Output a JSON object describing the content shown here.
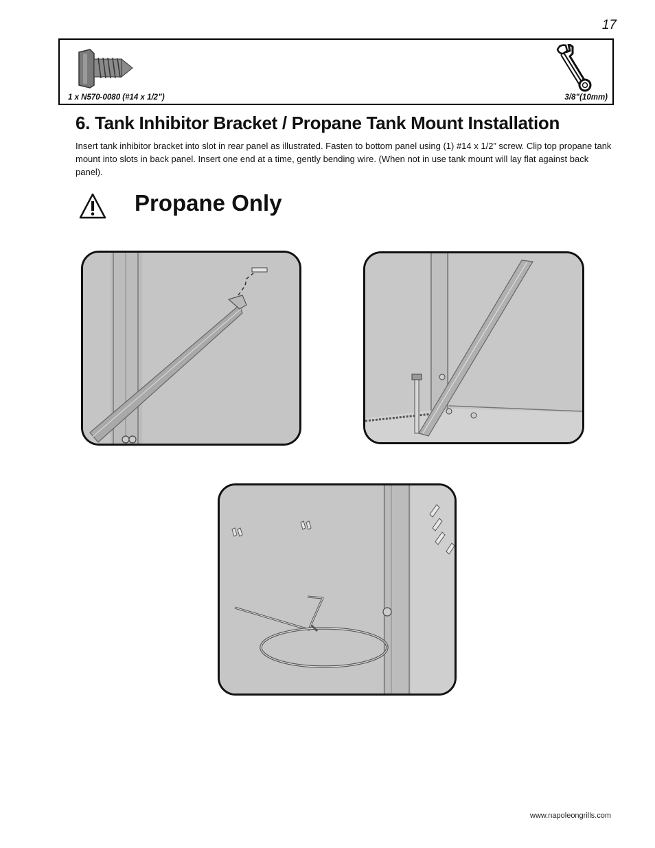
{
  "page": {
    "number": "17",
    "footer_url": "www.napoleongrills.com"
  },
  "parts_box": {
    "part_label": "1 x N570-0080 (#14 x 1/2”)",
    "tool_label": "3/8”(10mm)",
    "part_icon": "screw-icon",
    "tool_icon": "wrench-icon"
  },
  "section": {
    "title": "6. Tank Inhibitor Bracket / Propane Tank Mount Installation",
    "body": "Insert tank inhibitor bracket into slot in rear panel as illustrated.  Fasten to bottom panel using (1) #14 x 1/2” screw.  Clip top propane tank mount into slots in back panel.  Insert one end at a time, gently bending wire.  (When not in use tank mount will lay flat against back panel)."
  },
  "warning": {
    "icon": "warning-triangle-icon",
    "text": "Propane Only"
  },
  "figures": [
    {
      "name": "figure-bracket-insert",
      "background": "#c7c7c7"
    },
    {
      "name": "figure-bracket-fasten",
      "background": "#c7c7c7"
    },
    {
      "name": "figure-tank-mount",
      "background": "#c7c7c7"
    }
  ]
}
